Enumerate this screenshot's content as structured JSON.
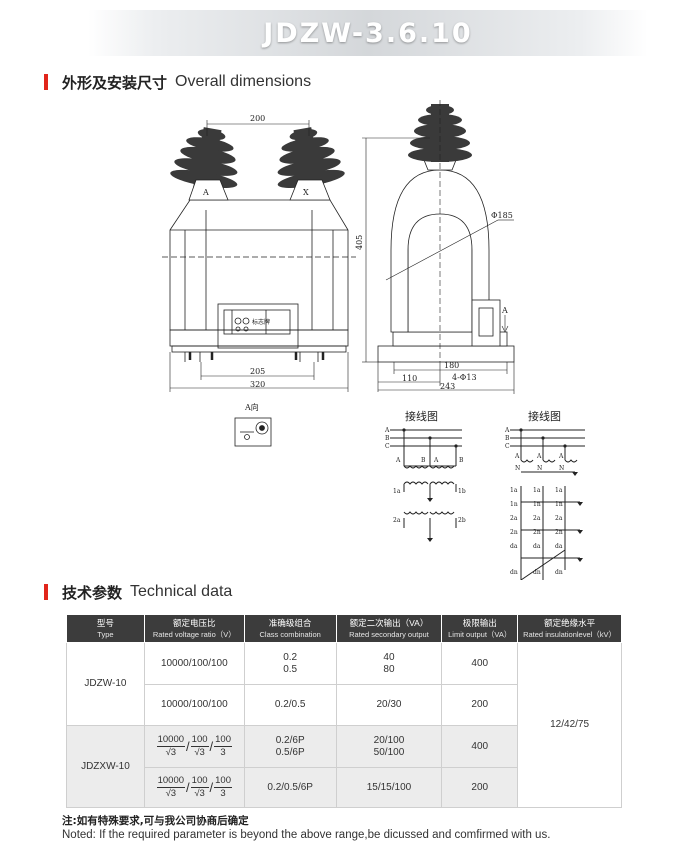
{
  "title": "JDZW-3.6.10",
  "section_dimensions": {
    "cn": "外形及安装尺寸",
    "en": "Overall dimensions"
  },
  "drawing": {
    "dim_top": "200",
    "dim_bottom_inner": "205",
    "dim_bottom_outer": "320",
    "dim_height": "405",
    "dim_side_base": "180",
    "dim_side_left": "110",
    "dim_side_total": "243",
    "hole": "4-Φ13",
    "diameter": "Φ185",
    "view_a": "A向",
    "marker_a": "A",
    "terminal_a": "A",
    "terminal_x": "X",
    "nameplate": "标志牌"
  },
  "wiring": {
    "title_left": "接线图",
    "title_right": "接线图",
    "left_bus": [
      "A",
      "B",
      "C"
    ],
    "left_primary": [
      "A",
      "B",
      "A",
      "B"
    ],
    "left_secondary1": [
      "1a",
      "1b"
    ],
    "left_secondary2": [
      "2a",
      "2b"
    ],
    "right_bus": [
      "A",
      "B",
      "C"
    ],
    "right_primary": [
      "A",
      "A",
      "A"
    ],
    "right_neutral": [
      "N",
      "N",
      "N"
    ],
    "right_rows": [
      [
        "1a",
        "1a",
        "1a"
      ],
      [
        "1n",
        "1n",
        "1n"
      ],
      [
        "2a",
        "2a",
        "2a"
      ],
      [
        "2n",
        "2n",
        "2n"
      ],
      [
        "da",
        "da",
        "da"
      ],
      [
        "dn",
        "dn",
        "dn"
      ]
    ]
  },
  "section_technical": {
    "cn": "技术参数",
    "en": "Technical data"
  },
  "table": {
    "headers": [
      {
        "cn": "型号",
        "en": "Type"
      },
      {
        "cn": "额定电压比",
        "en": "Rated voltage ratio（V）"
      },
      {
        "cn": "准确级组合",
        "en": "Class combination"
      },
      {
        "cn": "额定二次输出（VA）",
        "en": "Rated secondary output"
      },
      {
        "cn": "极限输出",
        "en": "Limit output（VA）"
      },
      {
        "cn": "额定绝缘水平",
        "en": "Rated insulationlevel（kV）"
      }
    ],
    "type_jdzw": "JDZW-10",
    "type_jdzxw": "JDZXW-10",
    "insulation": "12/42/75",
    "rows": [
      {
        "ratio": "10000/100/100",
        "class_1": "0.2",
        "class_2": "0.5",
        "output_1": "40",
        "output_2": "80",
        "limit": "400"
      },
      {
        "ratio": "10000/100/100",
        "class": "0.2/0.5",
        "output": "20/30",
        "limit": "200"
      },
      {
        "frac": [
          "10000",
          "√3",
          "100",
          "√3",
          "100",
          "3"
        ],
        "class_1": "0.2/6P",
        "class_2": "0.5/6P",
        "output_1": "20/100",
        "output_2": "50/100",
        "limit": "400"
      },
      {
        "frac": [
          "10000",
          "√3",
          "100",
          "√3",
          "100",
          "3"
        ],
        "class": "0.2/0.5/6P",
        "output": "15/15/100",
        "limit": "200"
      }
    ]
  },
  "notes": {
    "cn": "注:如有特殊要求,可与我公司协商后确定",
    "en": "Noted: If the required parameter is beyond the above range,be dicussed and comfirmed with us."
  }
}
